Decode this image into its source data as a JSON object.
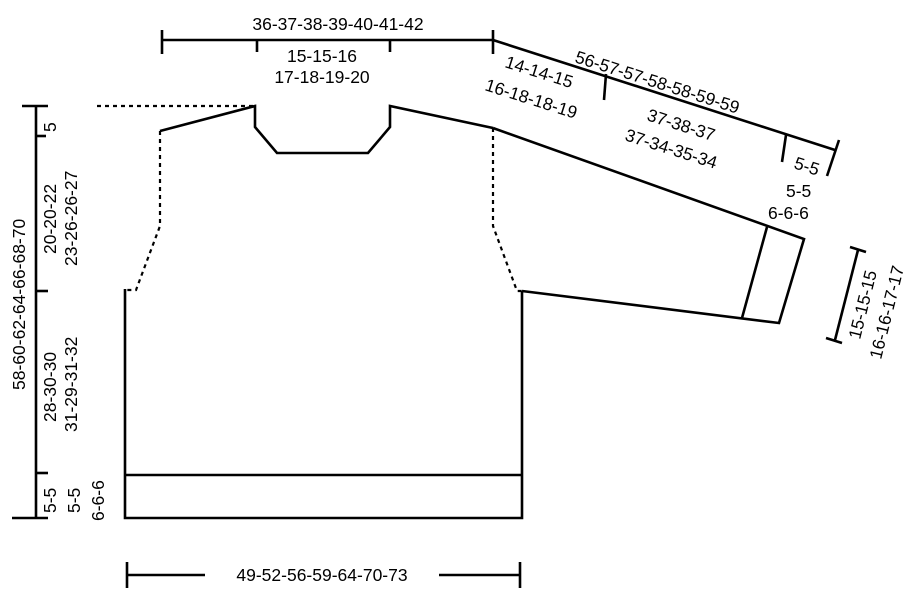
{
  "top": {
    "total_width": "36-37-38-39-40-41-42",
    "neck_width_1": "15-15-16",
    "neck_width_2": "17-18-19-20"
  },
  "sleeve": {
    "shoulder_1": "14-14-15",
    "shoulder_2": "16-18-18-19",
    "total_length": "56-57-57-58-58-59-59",
    "mid_1": "37-38-37",
    "mid_2": "37-34-35-34",
    "cuff_top": "5-5",
    "cuff_1": "5-5",
    "cuff_2": "6-6-6",
    "cuff_width_1": "15-15-15",
    "cuff_width_2": "16-16-17-17"
  },
  "body": {
    "total_height": "58-60-62-64-66-68-70",
    "neck_depth": "5",
    "armhole_1": "20-20-22",
    "armhole_2": "23-26-26-27",
    "side_1": "28-30-30",
    "side_2": "31-29-31-32",
    "rib_1": "5-5",
    "rib_2": "5-5",
    "rib_3": "6-6-6",
    "bottom_width": "49-52-56-59-64-70-73"
  }
}
